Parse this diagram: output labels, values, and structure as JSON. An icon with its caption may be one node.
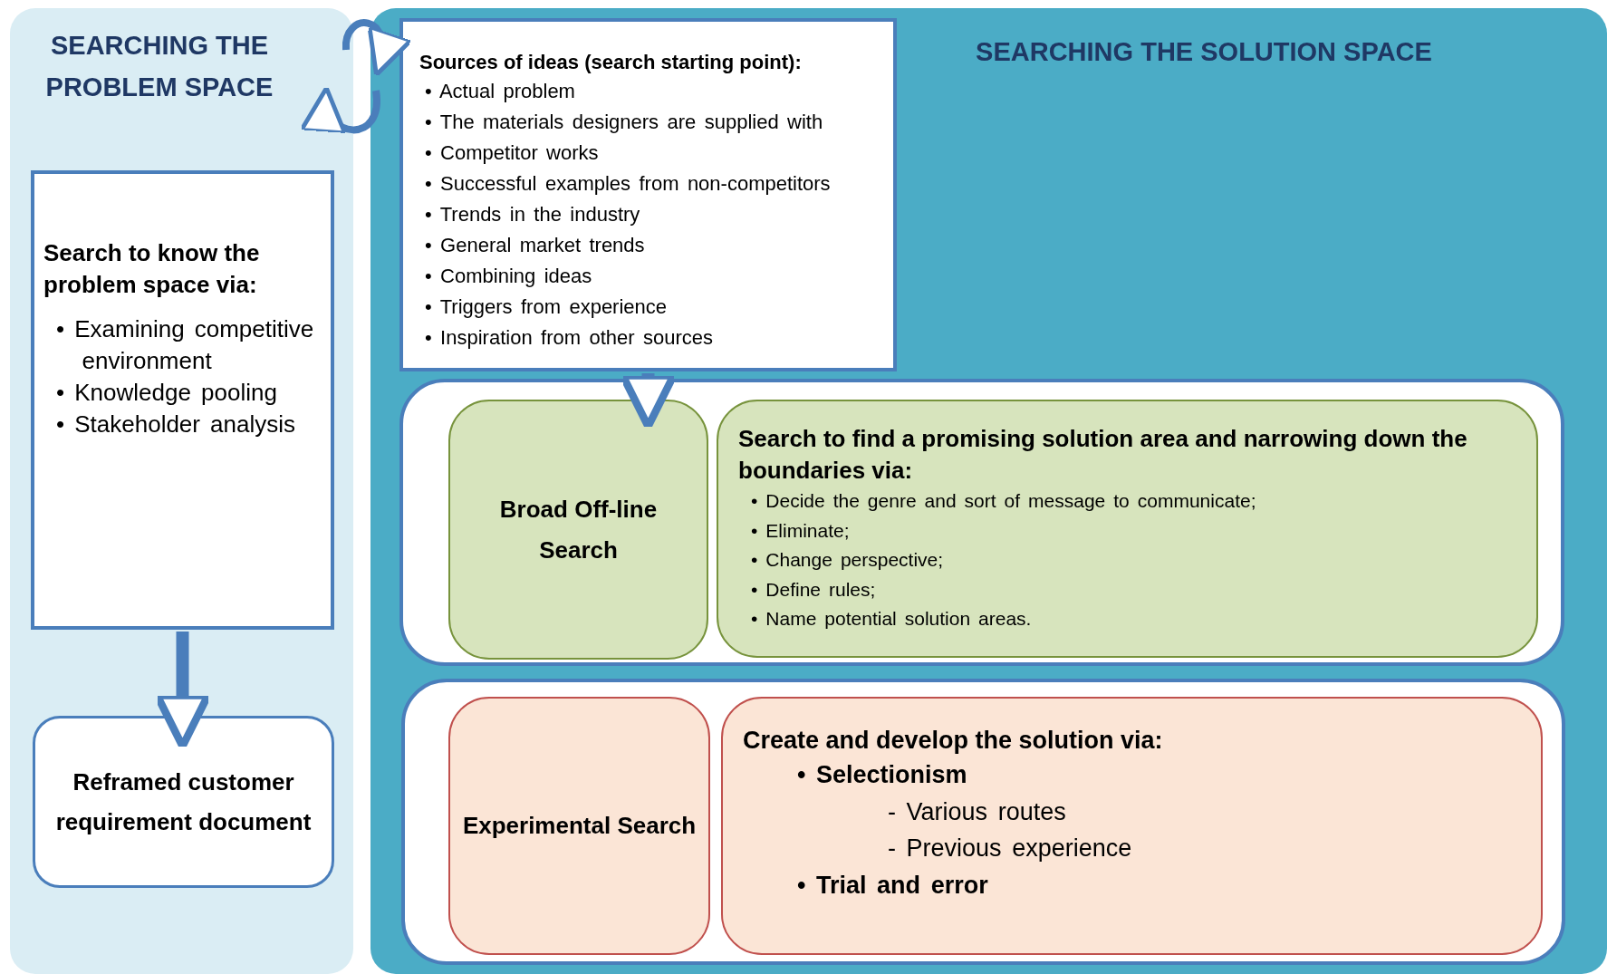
{
  "diagram": {
    "nodes": [
      {
        "text": [
          "SEARCHING THE PROBLEM SPACE"
        ]
      },
      {
        "text": [
          "Search to know the problem space via:",
          "• Examining competitive environment",
          "• Knowledge pooling",
          "• Stakeholder analysis"
        ],
        "in": 0
      },
      {
        "text": [
          "Reframed customer requirement document"
        ],
        "in": 0
      },
      {
        "text": [
          "SEARCHING THE SOLUTION SPACE"
        ]
      },
      {
        "text": [
          "Sources of ideas (search starting point):",
          "• Actual problem",
          "• The materials designers are supplied with",
          "• Competitor works",
          "• Successful examples from non-competitors",
          "• Trends in the industry",
          "• General market trends",
          "• Combining ideas",
          "• Triggers from experience",
          "• Inspiration from other sources"
        ],
        "in": 3
      },
      {
        "text": [],
        "shape": "box",
        "in": 3
      },
      {
        "text": [
          "Broad Off-line Search"
        ],
        "in": 5
      },
      {
        "text": [
          "Search to find a promising solution area and narrowing down the boundaries via:",
          "• Decide the genre and sort of message to communicate;",
          "• Eliminate;",
          "• Change perspective;",
          "• Define rules;",
          "• Name potential solution areas."
        ],
        "in": 5
      },
      {
        "text": [],
        "shape": "box",
        "in": 3
      },
      {
        "text": [
          "Experimental Search"
        ],
        "in": 8
      },
      {
        "text": [
          "Create and develop the solution via:",
          "• Selectionism",
          "- Various routes",
          "- Previous experience",
          "• Trial and error"
        ],
        "in": 8
      }
    ],
    "edges": [
      {
        "from": 0,
        "to": 3,
        "arrow": "to"
      },
      {
        "from": 3,
        "to": 0,
        "arrow": "to"
      },
      {
        "from": 1,
        "to": 2,
        "arrow": "to"
      },
      {
        "from": 4,
        "to": 6,
        "arrow": "to"
      }
    ]
  }
}
